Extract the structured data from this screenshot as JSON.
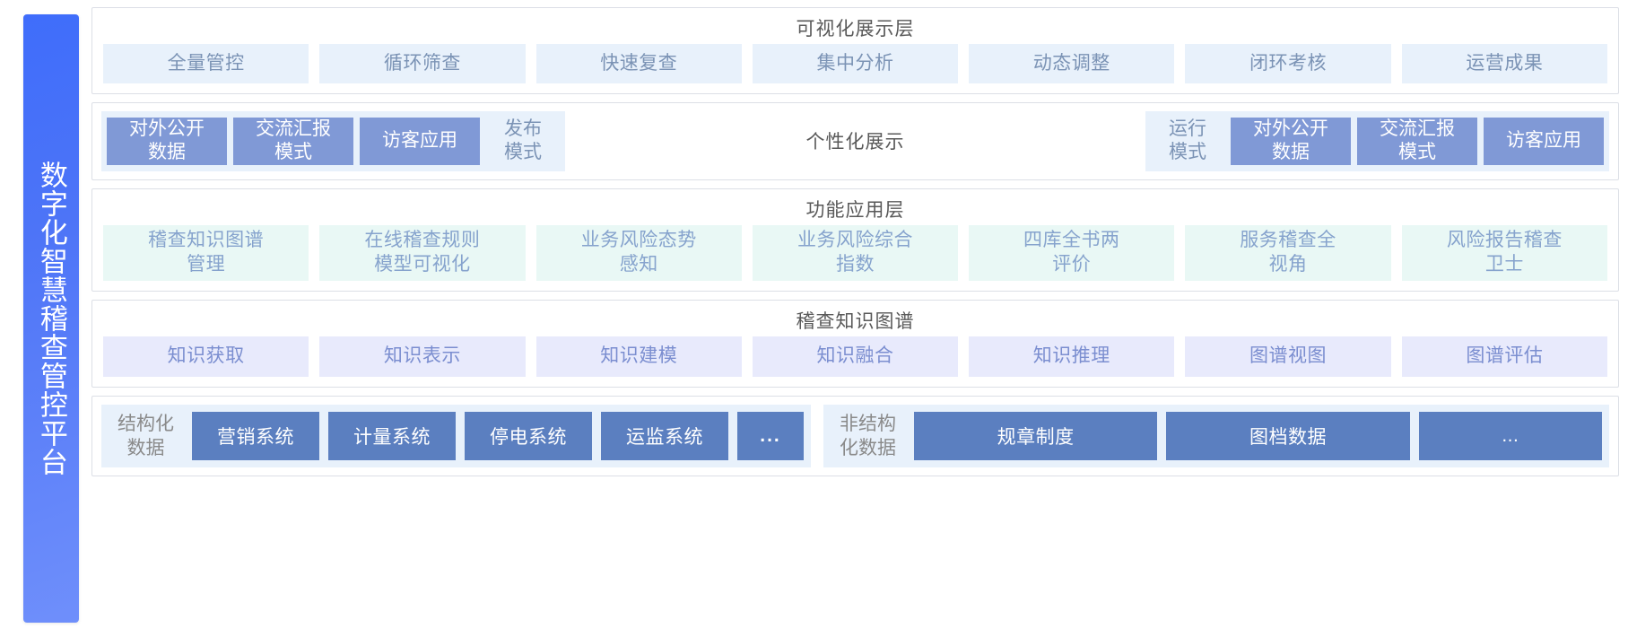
{
  "sidebar": {
    "title": "数字化智慧稽查管控平台"
  },
  "layers": {
    "visualization": {
      "title": "可视化展示层",
      "chips": [
        "全量管控",
        "循环筛查",
        "快速复查",
        "集中分析",
        "动态调整",
        "闭环考核",
        "运营成果"
      ]
    },
    "personalization": {
      "center_label": "个性化展示",
      "left_tiles": [
        {
          "label": "对外公开\n数据",
          "style": "blue"
        },
        {
          "label": "交流汇报\n模式",
          "style": "blue"
        },
        {
          "label": "访客应用",
          "style": "blue"
        },
        {
          "label": "发布\n模式",
          "style": "light"
        }
      ],
      "right_tiles": [
        {
          "label": "运行\n模式",
          "style": "light"
        },
        {
          "label": "对外公开\n数据",
          "style": "blue"
        },
        {
          "label": "交流汇报\n模式",
          "style": "blue"
        },
        {
          "label": "访客应用",
          "style": "blue"
        }
      ]
    },
    "functional": {
      "title": "功能应用层",
      "chips": [
        "稽查知识图谱\n管理",
        "在线稽查规则\n模型可视化",
        "业务风险态势\n感知",
        "业务风险综合\n指数",
        "四库全书两\n评价",
        "服务稽查全\n视角",
        "风险报告稽查\n卫士"
      ]
    },
    "knowledge_graph": {
      "title": "稽查知识图谱",
      "chips": [
        "知识获取",
        "知识表示",
        "知识建模",
        "知识融合",
        "知识推理",
        "图谱视图",
        "图谱评估"
      ]
    },
    "data": {
      "structured": {
        "label": "结构化\n数据",
        "tiles": [
          "营销系统",
          "计量系统",
          "停电系统",
          "运监系统",
          "..."
        ]
      },
      "unstructured": {
        "label": "非结构\n化数据",
        "tiles": [
          "规章制度",
          "图档数据",
          "..."
        ]
      }
    }
  },
  "colors": {
    "sidebar_start": "#3f6dfb",
    "sidebar_end": "#6f8ffb",
    "chip_visualization_bg": "#e8f1fb",
    "chip_functional_bg": "#e9f8f5",
    "chip_kg_bg": "#e8eafc",
    "tile_blue": "#8099d6",
    "tile_data": "#5b7fc0",
    "layer_border": "#dcdfe6",
    "title_text": "#595959"
  }
}
